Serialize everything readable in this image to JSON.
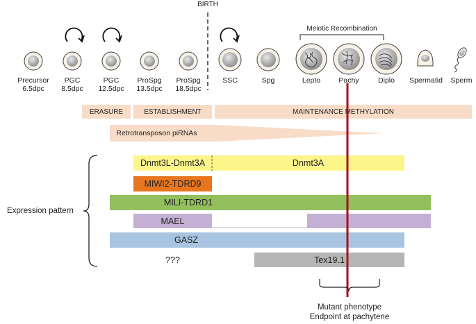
{
  "birth_label": "BIRTH",
  "meiotic_recombination_label": "Meiotic Recombination",
  "cells": [
    {
      "name": "Precursor",
      "age": "6.5dpc"
    },
    {
      "name": "PGC",
      "age": "8.5dpc"
    },
    {
      "name": "PGC",
      "age": "12.5dpc"
    },
    {
      "name": "ProSpg",
      "age": "13.5dpc"
    },
    {
      "name": "ProSpg",
      "age": "18.5dpc"
    },
    {
      "name": "SSC",
      "age": ""
    },
    {
      "name": "Spg",
      "age": ""
    },
    {
      "name": "Lepto",
      "age": ""
    },
    {
      "name": "Pachy",
      "age": ""
    },
    {
      "name": "Diplo",
      "age": ""
    },
    {
      "name": "Spermatid",
      "age": ""
    },
    {
      "name": "Sperm",
      "age": ""
    }
  ],
  "methylation_phases": {
    "erasure": "ERASURE",
    "establishment": "ESTABLISHMENT",
    "maintenance": "MAINTENANCE METHYLATION"
  },
  "retrotransposon_label": "Retrotransposon piRNAs",
  "expression_label": "Expression pattern",
  "bars": {
    "dnmt3l": "Dnmt3L-Dnmt3A",
    "dnmt3a": "Dnmt3A",
    "miwi2": "MIWI2-TDRD9",
    "mili": "MILI-TDRD1",
    "mael": "MAEL",
    "gasz": "GASZ",
    "unknown": "???",
    "tex19": "Tex19.1"
  },
  "mutant_phenotype": {
    "line1": "Mutant phenotype",
    "line2": "Endpoint at pachytene"
  },
  "colors": {
    "phase_band": "#f9dcc8",
    "dnmt": "#fbf58a",
    "miwi2": "#e8761e",
    "mili": "#93bf5d",
    "mael": "#c4b0d4",
    "gasz": "#a8c4e0",
    "tex19": "#b5b5b5",
    "red_line": "#a3121c"
  }
}
